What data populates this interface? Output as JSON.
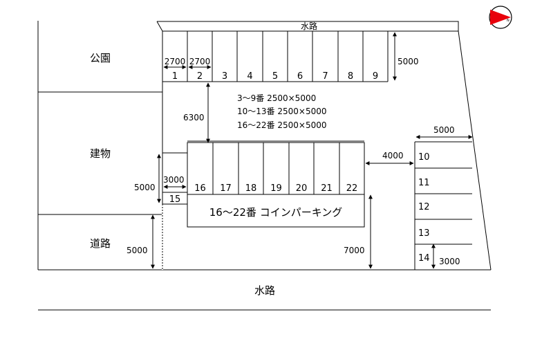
{
  "top_waterway": "水路",
  "bottom_waterway": "水路",
  "areas": {
    "park": "公園",
    "building": "建物",
    "road": "道路"
  },
  "coin_parking": "16〜22番 コインパーキング",
  "notes": [
    "3〜9番  2500×5000",
    "10〜13番  2500×5000",
    "16〜22番  2500×5000"
  ],
  "top_row": [
    "1",
    "2",
    "3",
    "4",
    "5",
    "6",
    "7",
    "8",
    "9"
  ],
  "middle_row": [
    "16",
    "17",
    "18",
    "19",
    "20",
    "21",
    "22"
  ],
  "right_column": [
    "10",
    "11",
    "12",
    "13",
    "14"
  ],
  "space_15": "15",
  "dimensions": {
    "space1_width": "2700",
    "space2_width": "2700",
    "top_depth": "5000",
    "aisle_6300": "6300",
    "right_width": "5000",
    "gap_4000": "4000",
    "space15_width": "3000",
    "space15_depth": "5000",
    "road_width": "5000",
    "lower_7000": "7000",
    "space14_width": "3000"
  },
  "colors": {
    "north_arrow": "#e8000b",
    "line": "#000000"
  }
}
